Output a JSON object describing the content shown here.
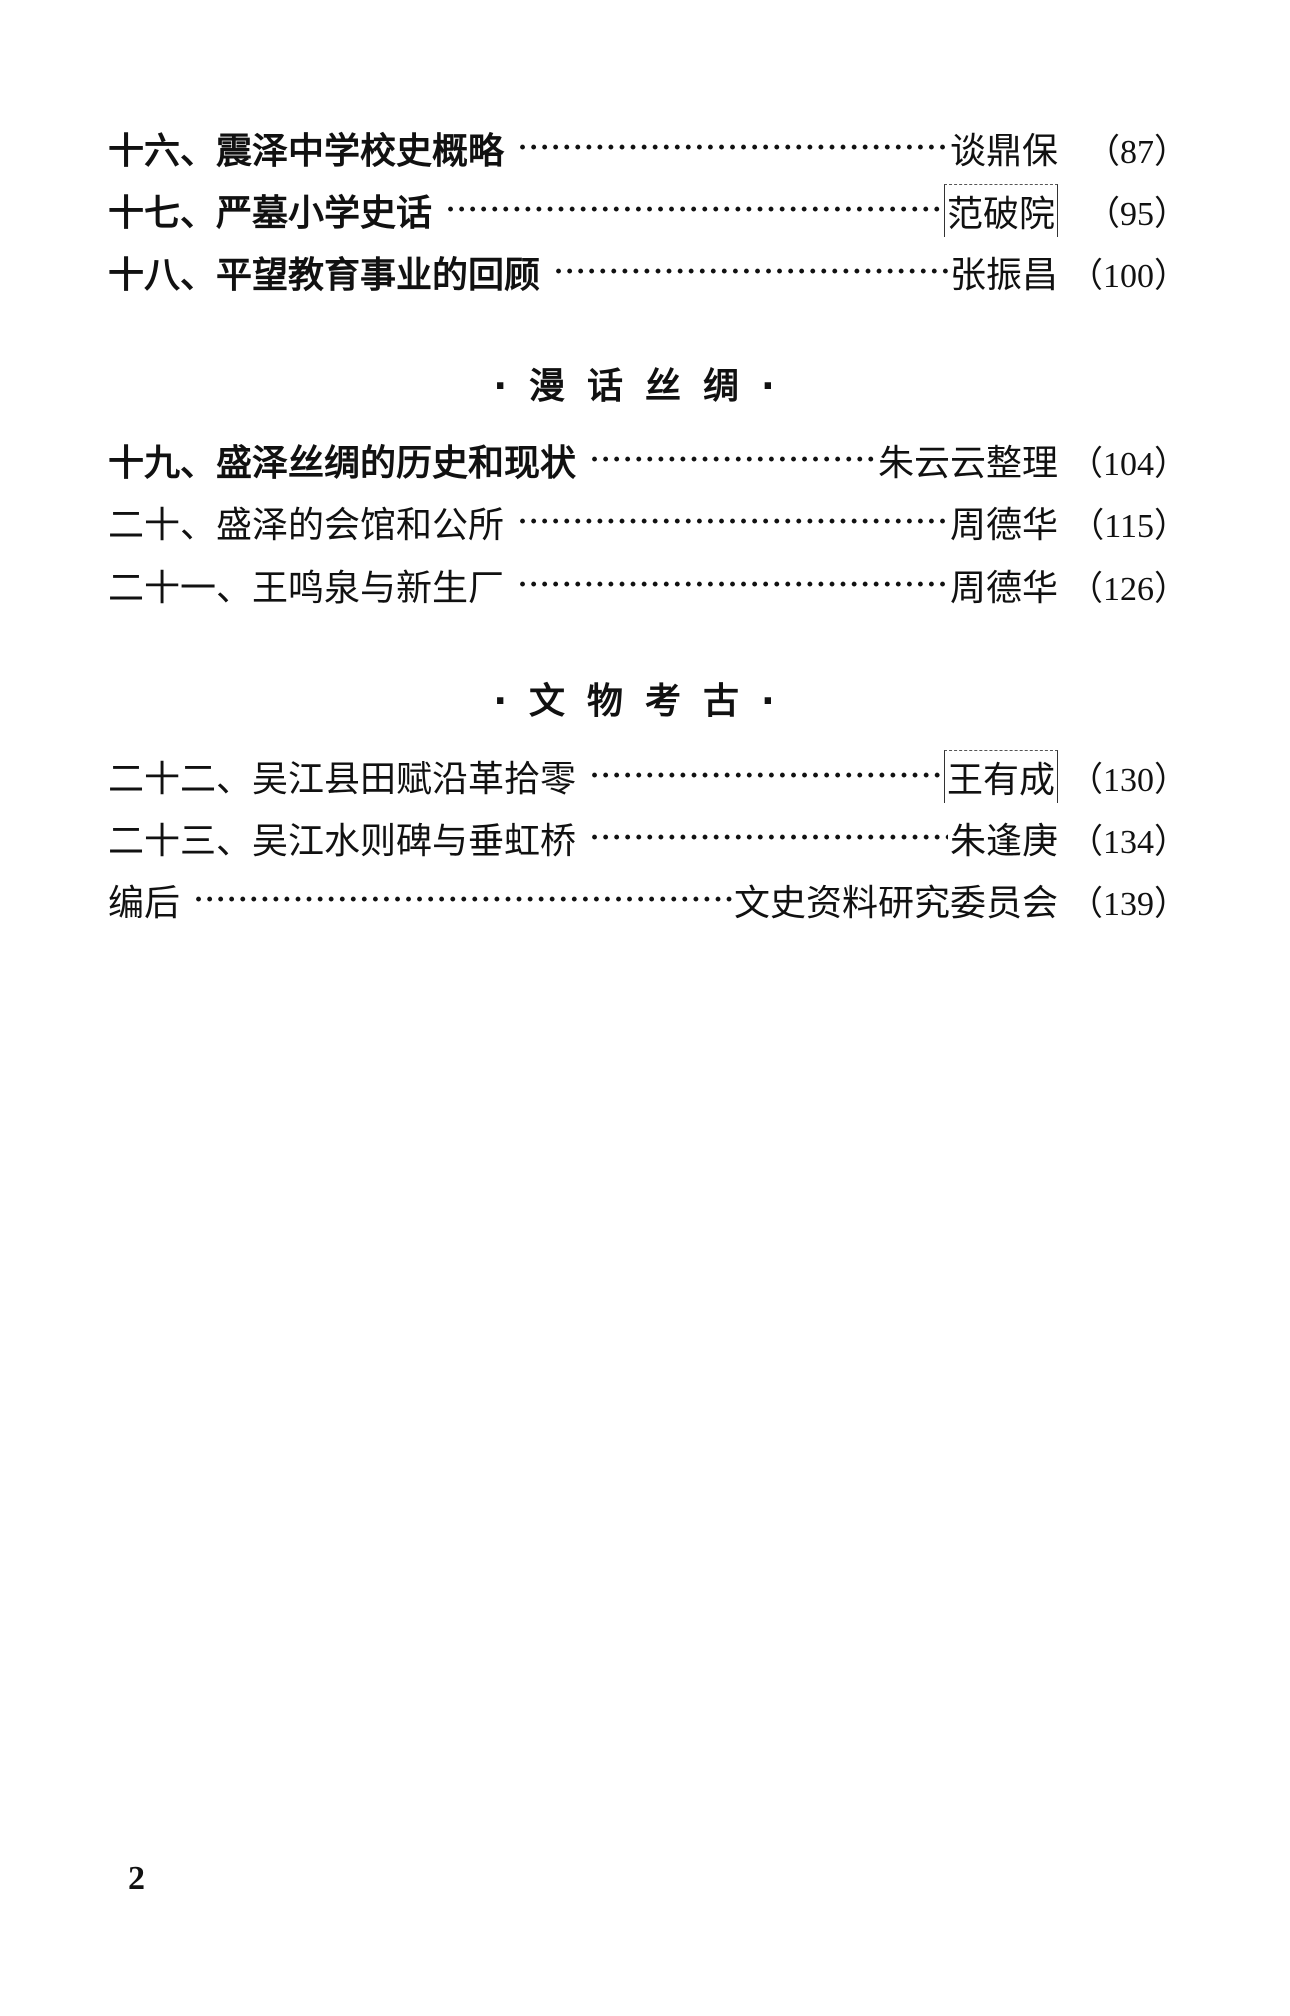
{
  "entries_top": [
    {
      "title": "十六、震泽中学校史概略",
      "author": "谈鼎保",
      "page": "（87）"
    },
    {
      "title": "十七、严墓小学史话",
      "author": "范破院",
      "page": "（95）"
    },
    {
      "title": "十八、平望教育事业的回顾",
      "author": "张振昌",
      "page": "（100）"
    }
  ],
  "section1": "·漫话丝绸·",
  "entries_mid": [
    {
      "title": "十九、盛泽丝绸的历史和现状",
      "author": "朱云云整理",
      "page": "（104）"
    },
    {
      "title": "二十、盛泽的会馆和公所",
      "author": "周德华",
      "page": "（115）"
    },
    {
      "title": "二十一、王鸣泉与新生厂",
      "author": "周德华",
      "page": "（126）"
    }
  ],
  "section2": "·文物考古·",
  "entries_bottom": [
    {
      "title": "二十二、吴江县田赋沿革拾零",
      "author": "王有成",
      "page": "（130）"
    },
    {
      "title": "二十三、吴江水则碑与垂虹桥",
      "author": "朱逢庚",
      "page": "（134）"
    },
    {
      "title": "编后",
      "author": "文史资料研究委员会",
      "page": "（139）"
    }
  ],
  "page_number": "2"
}
